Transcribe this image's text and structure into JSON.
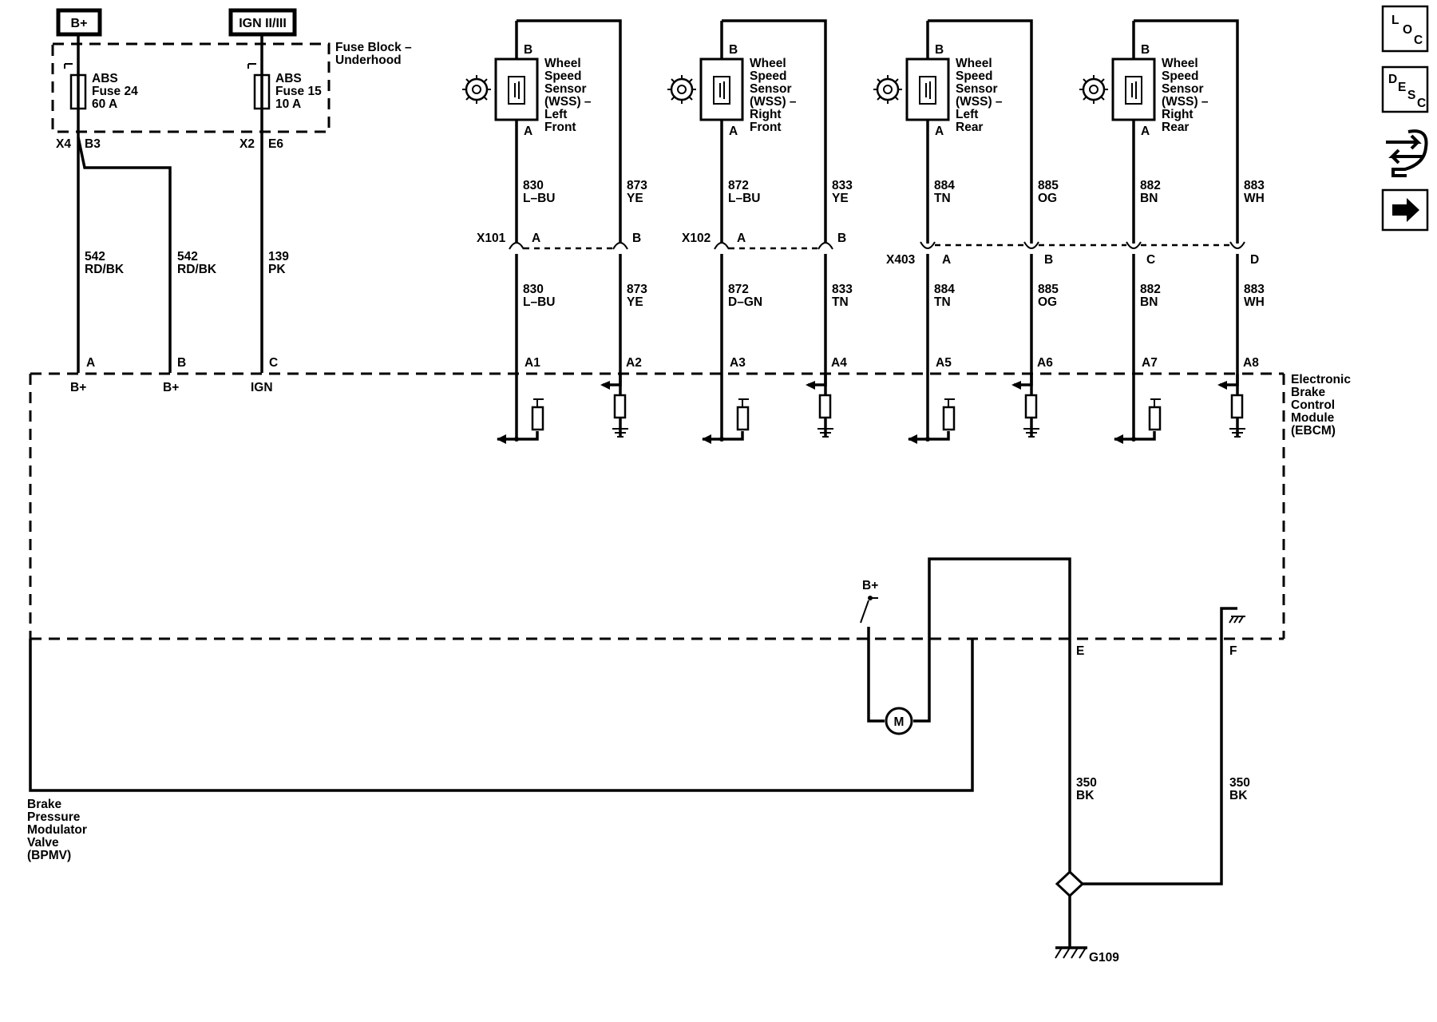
{
  "power": {
    "battery": "B+",
    "ignition": "IGN II/III"
  },
  "fuse_block": {
    "name": "Fuse Block –",
    "location": "Underhood",
    "fuse_abs_24": [
      "ABS",
      "Fuse 24",
      "60 A"
    ],
    "fuse_abs_15": [
      "ABS",
      "Fuse 15",
      "10 A"
    ],
    "conn_left": "X4",
    "pin_left": "B3",
    "conn_right": "X2",
    "pin_right": "E6"
  },
  "wires": {
    "w542a": [
      "542",
      "RD/BK"
    ],
    "w542b": [
      "542",
      "RD/BK"
    ],
    "w139": [
      "139",
      "PK"
    ]
  },
  "sensors": [
    {
      "name": [
        "Wheel",
        "Speed",
        "Sensor",
        "(WSS) –",
        "Left",
        "Front"
      ],
      "pin_top": "B",
      "pin_bottom": "A",
      "upper_left": [
        "830",
        "L–BU"
      ],
      "upper_right": [
        "873",
        "YE"
      ],
      "lower_left": [
        "830",
        "L–BU"
      ],
      "lower_right": [
        "873",
        "YE"
      ],
      "module_pins": [
        "A1",
        "A2"
      ]
    },
    {
      "name": [
        "Wheel",
        "Speed",
        "Sensor",
        "(WSS) –",
        "Right",
        "Front"
      ],
      "pin_top": "B",
      "pin_bottom": "A",
      "upper_left": [
        "872",
        "L–BU"
      ],
      "upper_right": [
        "833",
        "YE"
      ],
      "lower_left": [
        "872",
        "D–GN"
      ],
      "lower_right": [
        "833",
        "TN"
      ],
      "module_pins": [
        "A3",
        "A4"
      ]
    },
    {
      "name": [
        "Wheel",
        "Speed",
        "Sensor",
        "(WSS) –",
        "Left",
        "Rear"
      ],
      "pin_top": "B",
      "pin_bottom": "A",
      "upper_left": [
        "884",
        "TN"
      ],
      "upper_right": [
        "885",
        "OG"
      ],
      "lower_left": [
        "884",
        "TN"
      ],
      "lower_right": [
        "885",
        "OG"
      ],
      "module_pins": [
        "A5",
        "A6"
      ]
    },
    {
      "name": [
        "Wheel",
        "Speed",
        "Sensor",
        "(WSS) –",
        "Right",
        "Rear"
      ],
      "pin_top": "B",
      "pin_bottom": "A",
      "upper_left": [
        "882",
        "BN"
      ],
      "upper_right": [
        "883",
        "WH"
      ],
      "lower_left": [
        "882",
        "BN"
      ],
      "lower_right": [
        "883",
        "WH"
      ],
      "module_pins": [
        "A7",
        "A8"
      ]
    }
  ],
  "connectors": {
    "x101": {
      "name": "X101",
      "pins": [
        "A",
        "B"
      ]
    },
    "x102": {
      "name": "X102",
      "pins": [
        "A",
        "B"
      ]
    },
    "x403": {
      "name": "X403",
      "pins": [
        "A",
        "B",
        "C",
        "D"
      ]
    }
  },
  "ebcm": {
    "name": [
      "Electronic",
      "Brake",
      "Control",
      "Module",
      "(EBCM)"
    ],
    "pin_a": "A",
    "pin_b": "B",
    "pin_c": "C",
    "pin_a_func": "B+",
    "pin_b_func": "B+",
    "pin_c_func": "IGN",
    "motor_supply": "B+",
    "motor": "M",
    "pin_e": "E",
    "pin_f": "F"
  },
  "bpmv": {
    "name": [
      "Brake",
      "Pressure",
      "Modulator",
      "Valve",
      "(BPMV)"
    ]
  },
  "ground": {
    "wire_e": [
      "350",
      "BK"
    ],
    "wire_f": [
      "350",
      "BK"
    ],
    "name": "G109"
  },
  "nav": {
    "loc_letters": [
      "L",
      "O",
      "C"
    ],
    "desc_letters": [
      "D",
      "E",
      "S",
      "C"
    ],
    "connector_icon": "connector-end-view-icon",
    "next_icon": "arrow-right-icon"
  }
}
